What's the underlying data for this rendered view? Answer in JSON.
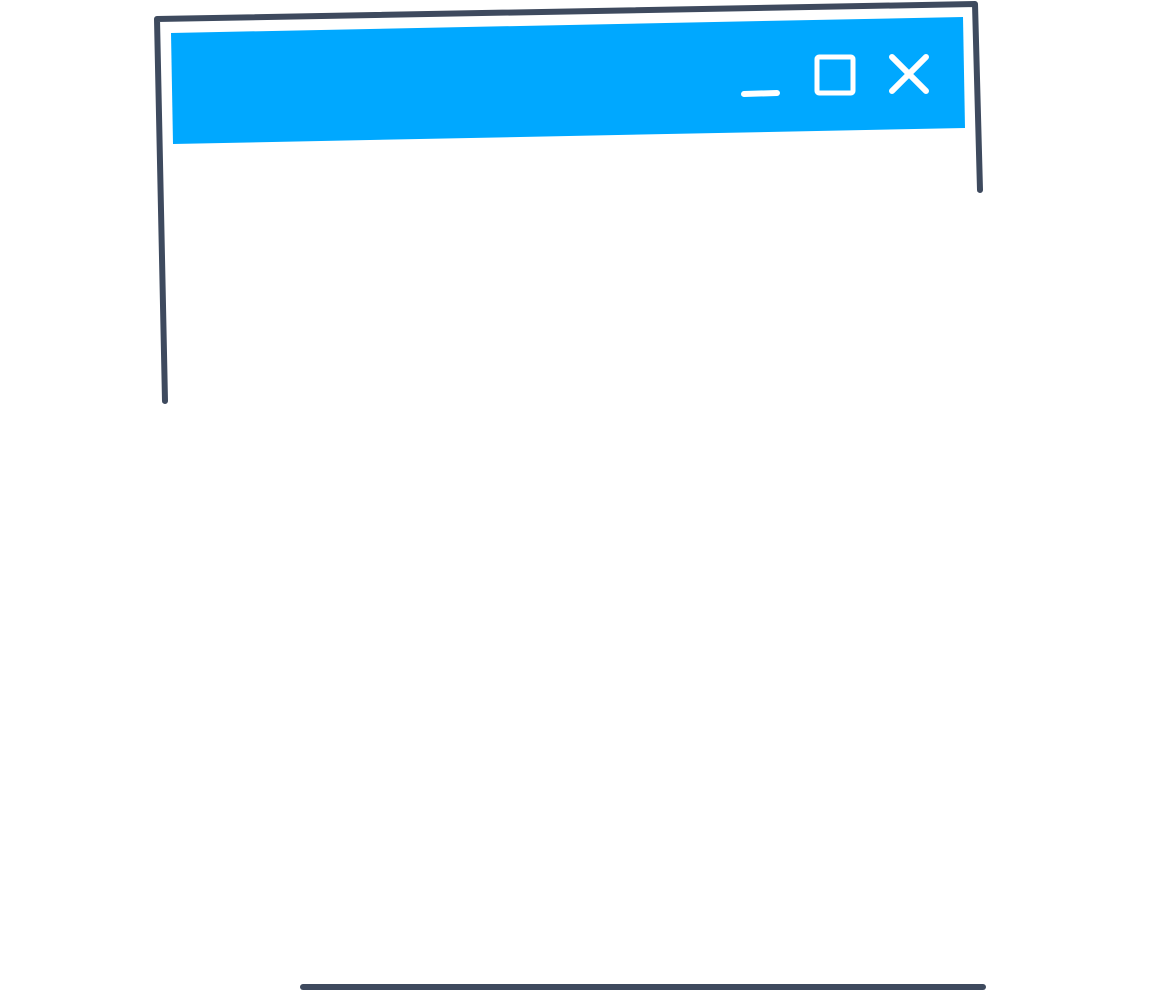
{
  "window": {
    "title_bar": {
      "color": "#00a8ff",
      "buttons": [
        {
          "id": "minimize",
          "icon": "minimize-icon"
        },
        {
          "id": "maximize",
          "icon": "maximize-icon"
        },
        {
          "id": "close",
          "icon": "close-icon"
        }
      ]
    },
    "frame_color": "#3e4a5e",
    "icon_color": "#ffffff"
  }
}
